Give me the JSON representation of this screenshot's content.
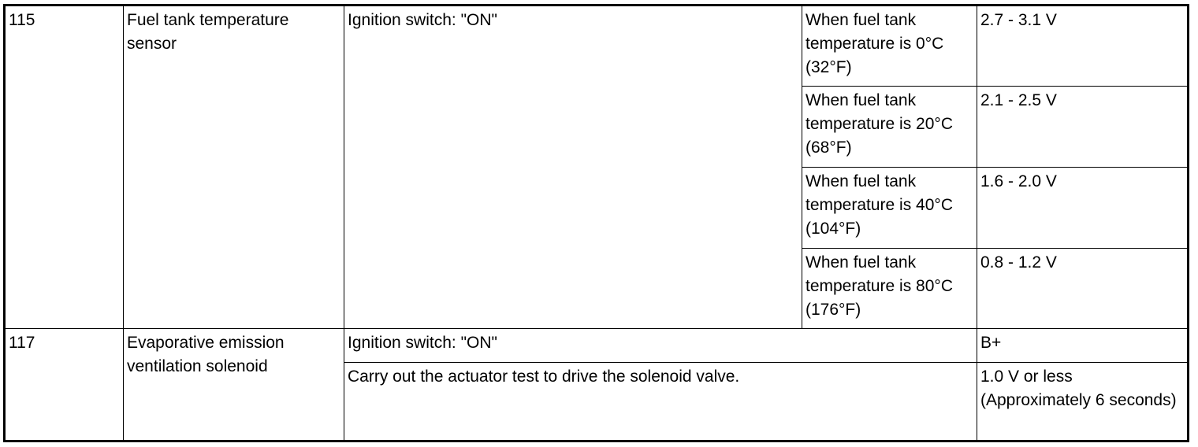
{
  "rows": [
    {
      "terminal": "115",
      "item": "Fuel tank temperature sensor",
      "condition": "Ignition switch: \"ON\"",
      "sub_conditions": [
        {
          "condition": "When fuel tank temperature is 0°C (32°F)",
          "value": "2.7 - 3.1 V"
        },
        {
          "condition": "When fuel tank temperature is 20°C (68°F)",
          "value": "2.1 - 2.5 V"
        },
        {
          "condition": "When fuel tank temperature is 40°C (104°F)",
          "value": "1.6 - 2.0 V"
        },
        {
          "condition": "When fuel tank temperature is 80°C (176°F)",
          "value": "0.8 - 1.2 V"
        }
      ]
    },
    {
      "terminal": "117",
      "item": "Evaporative emission ventilation solenoid",
      "checks": [
        {
          "condition": "Ignition switch: \"ON\"",
          "value": "B+"
        },
        {
          "condition": "Carry out the actuator test to drive the solenoid valve.",
          "value": "1.0 V or less (Approximately 6 seconds)"
        }
      ]
    }
  ]
}
